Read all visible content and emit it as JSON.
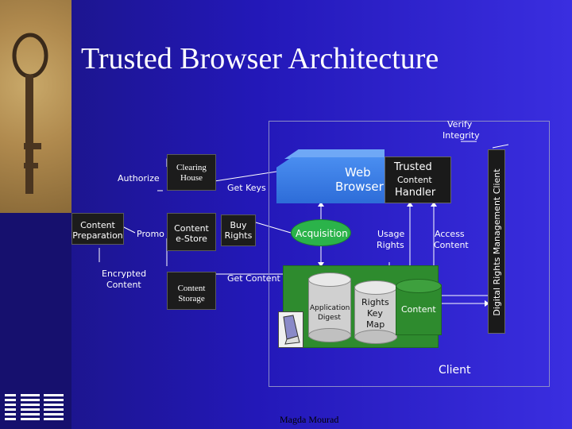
{
  "title": "Trusted Browser Architecture",
  "logo_text": "IBM",
  "footer": "Magda Mourad",
  "labels": {
    "authorize": "Authorize",
    "content_preparation_1": "Content",
    "content_preparation_2": "Preparation",
    "promo": "Promo",
    "encrypted_content_1": "Encrypted",
    "encrypted_content_2": "Content",
    "clearing_house_1": "Clearing",
    "clearing_house_2": "House",
    "content_estore_1": "Content",
    "content_estore_2": "e-Store",
    "content_storage_1": "Content",
    "content_storage_2": "Storage",
    "get_keys": "Get Keys",
    "buy_rights_1": "Buy",
    "buy_rights_2": "Rights",
    "get_content": "Get Content",
    "web_browser_1": "Web",
    "web_browser_2": "Browser",
    "trusted_handler_1": "Trusted",
    "trusted_handler_2": "Content",
    "trusted_handler_3": "Handler",
    "verify_integrity_1": "Verify",
    "verify_integrity_2": "Integrity",
    "acquisition": "Acquisition",
    "usage_rights_1": "Usage",
    "usage_rights_2": "Rights",
    "access_content_1": "Access",
    "access_content_2": "Content",
    "application_digest_1": "Application",
    "application_digest_2": "Digest",
    "rights_key_map_1": "Rights",
    "rights_key_map_2": "Key",
    "rights_key_map_3": "Map",
    "content": "Content",
    "client": "Client",
    "drm_client": "Digital Rights Management Client"
  },
  "colors": {
    "background": "#2318b8",
    "web_browser": "#3b7ee8",
    "acquisition": "#2bb34a",
    "storage_base": "#2e8b2e"
  }
}
